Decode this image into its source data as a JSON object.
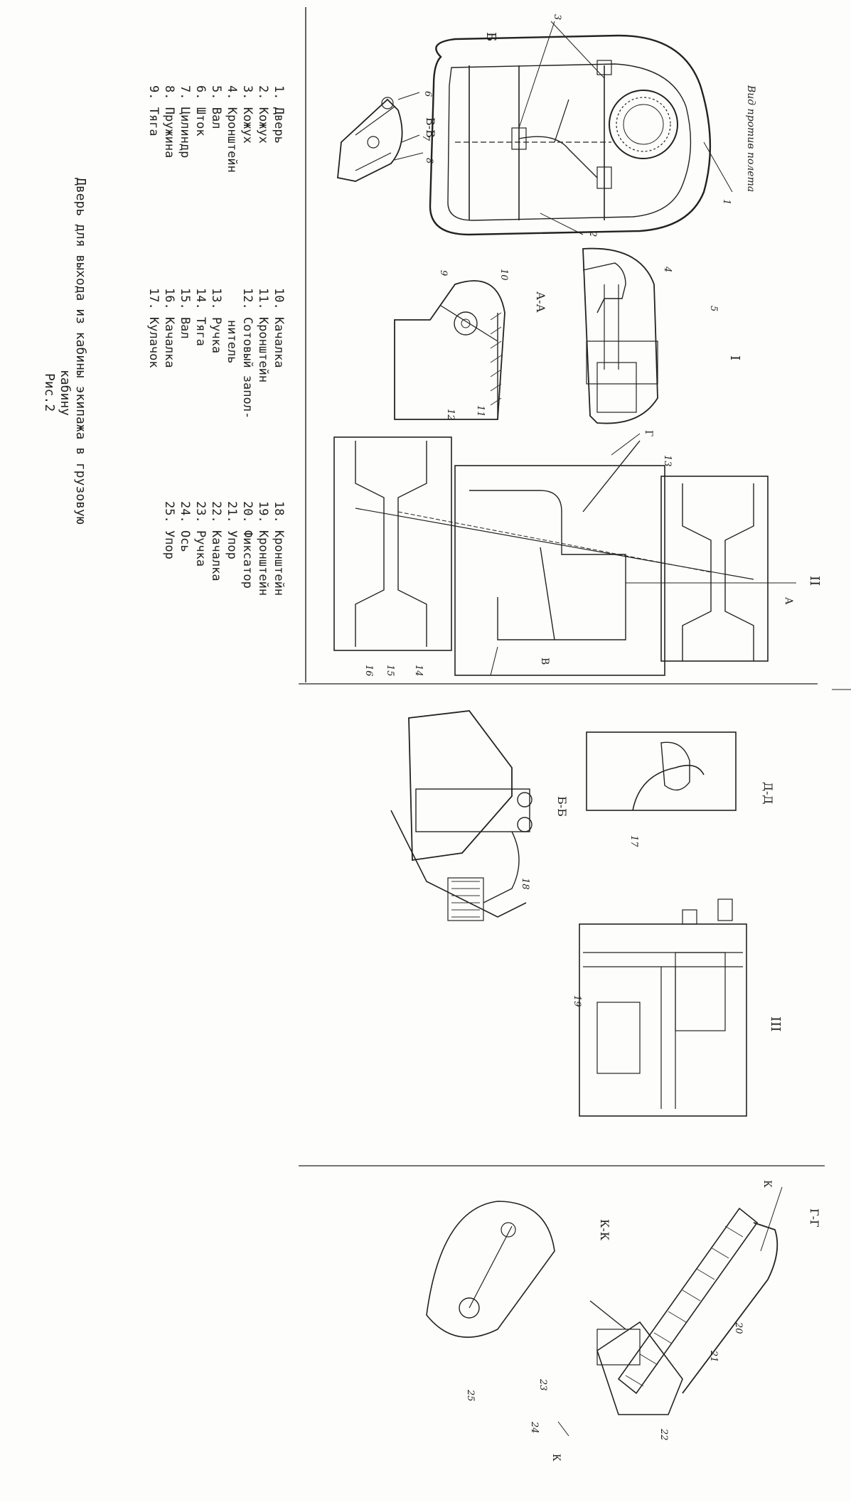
{
  "view_note": "Вид против полета",
  "sections": {
    "b_b_top": "Б",
    "v_v": "В-В",
    "a_a": "А-А",
    "roman_1": "I",
    "roman_2": "II",
    "roman_3": "III",
    "d_d": "Д-Д",
    "b_b": "Б-Б",
    "g_g": "Г-Г",
    "k_k": "К-К",
    "mark_v": "В",
    "mark_a": "А",
    "mark_g": "Г",
    "mark_k": "К"
  },
  "callouts": [
    "1",
    "2",
    "3",
    "4",
    "5",
    "6",
    "7",
    "8",
    "9",
    "10",
    "11",
    "12",
    "13",
    "14",
    "15",
    "16",
    "17",
    "18",
    "19",
    "20",
    "21",
    "22",
    "23",
    "24",
    "25"
  ],
  "legend": {
    "col1": [
      "1. Дверь",
      "2. Кожух",
      "3. Кожух",
      "4. Кронштейн",
      "5. Вал",
      "6. Шток",
      "7. Цилиндр",
      "8. Пружина",
      "9. Тяга"
    ],
    "col2": [
      "10. Качалка",
      "11. Кронштейн",
      "12. Сотовый запол-",
      "нитель",
      "13. Ручка",
      "14. Тяга",
      "15. Вал",
      "16. Качалка",
      "17. Кулачок"
    ],
    "col3": [
      "18. Кронштейн",
      "19. Кронштейн",
      "20. Фиксатор",
      "21. Упор",
      "22. Качалка",
      "23. Ручка",
      "24. Ось",
      "25. Упор"
    ]
  },
  "caption": {
    "line1": "Дверь для выхода из кабины экипажа в грузовую",
    "line2": "кабину",
    "fig": "Рис.2"
  }
}
